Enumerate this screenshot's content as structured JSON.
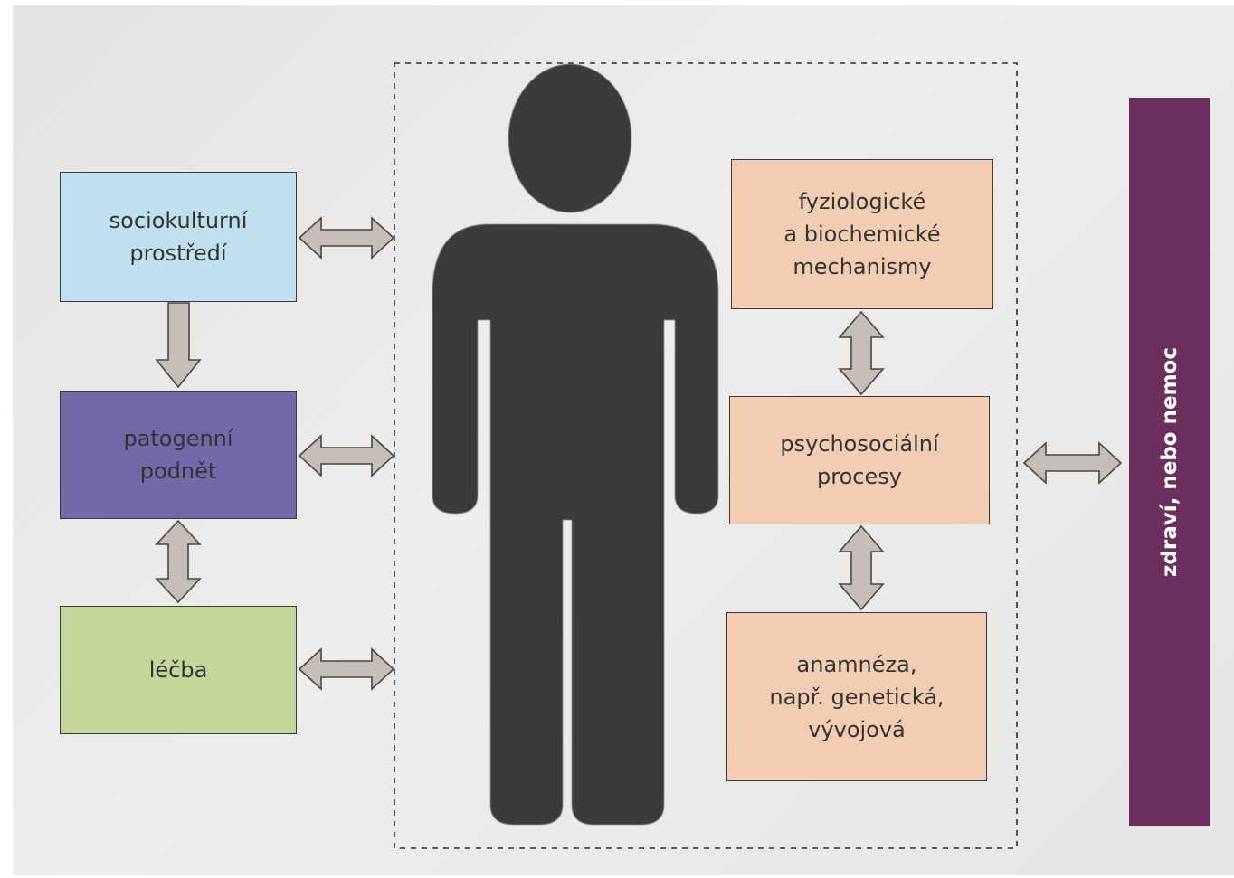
{
  "colors": {
    "socio": "#bfe0ef",
    "pathogen": "#7369a8",
    "treatment": "#c4d79a",
    "inner": "#f2cdb2",
    "outcome": "#6b2f5d",
    "figure": "#3b3a3a",
    "arrow": "#c5beb7"
  },
  "left_factors": [
    {
      "lines": [
        "sociokulturní",
        "prostředí"
      ]
    },
    {
      "lines": [
        "patogenní",
        "podnět"
      ]
    },
    {
      "lines": [
        "léčba"
      ]
    }
  ],
  "inner_factors": [
    {
      "lines": [
        "fyziologické",
        "a biochemické",
        "mechanismy"
      ]
    },
    {
      "lines": [
        "psychosociální",
        "procesy"
      ]
    },
    {
      "lines": [
        "anamnéza,",
        "např. genetická,",
        "vývojová"
      ]
    }
  ],
  "outcome": {
    "label": "zdraví, nebo nemoc"
  },
  "icons": {
    "person": "person-icon"
  }
}
